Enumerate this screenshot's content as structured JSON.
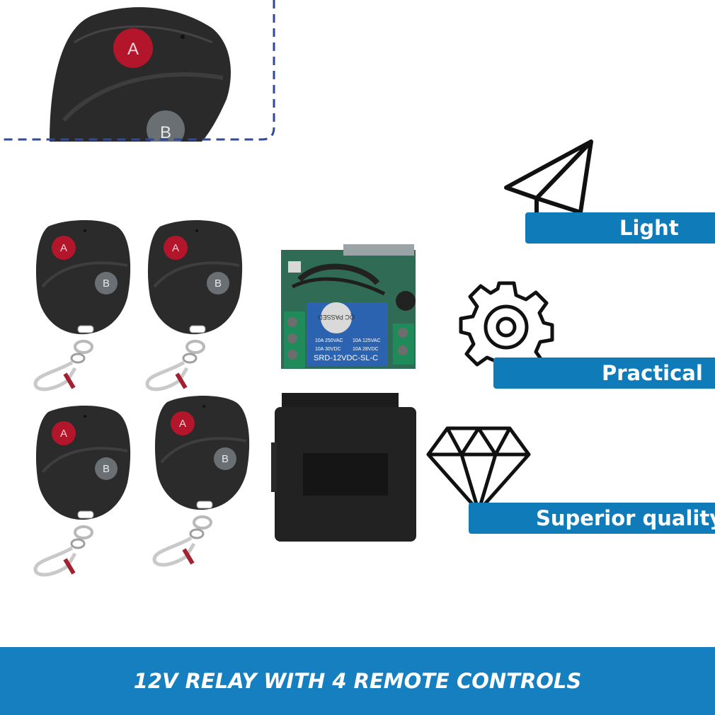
{
  "zoom_detail": {
    "button_a_label": "A",
    "button_b_label": "B"
  },
  "remotes": [
    {
      "button_a": "A",
      "button_b": "B"
    },
    {
      "button_a": "A",
      "button_b": "B"
    },
    {
      "button_a": "A",
      "button_b": "B"
    },
    {
      "button_a": "A",
      "button_b": "B"
    }
  ],
  "relay_module": {
    "model_label": "SRD-12VDC-SL-C",
    "qc_sticker": "QC PASSED",
    "ratings": [
      "10A 250VAC",
      "10A 125VAC",
      "10A 30VDC",
      "10A 28VDC"
    ]
  },
  "features": [
    {
      "icon": "paper-plane-icon",
      "label": "Light"
    },
    {
      "icon": "gear-icon",
      "label": "Practical"
    },
    {
      "icon": "diamond-icon",
      "label": "Superior quality"
    }
  ],
  "banner": {
    "text": "12V RELAY WITH 4 REMOTE CONTROLS"
  },
  "colors": {
    "accent_blue": "#0f7bb8",
    "banner_blue": "#157fc0",
    "dashed_border": "#2f4a9a",
    "remote_body": "#2b2b2b",
    "button_a": "#b3162a",
    "button_b": "#6a6f73"
  }
}
